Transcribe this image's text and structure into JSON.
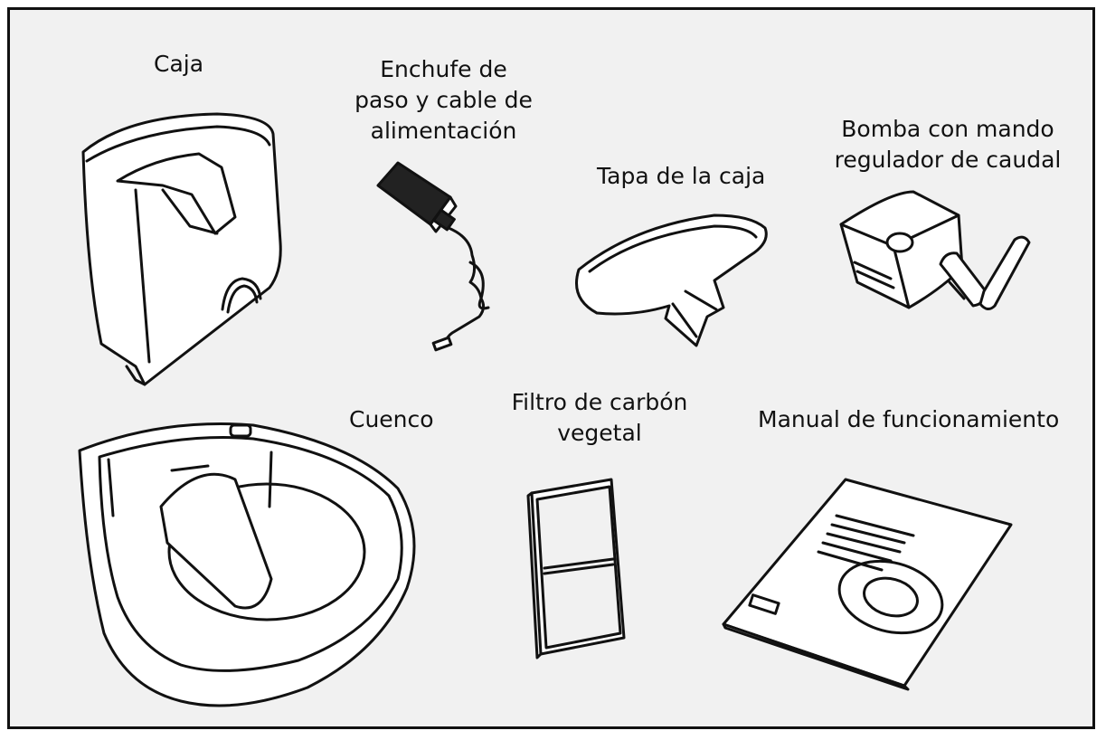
{
  "colors": {
    "background": "#f1f1f1",
    "ink": "#111111",
    "paper": "#ffffff"
  },
  "labels": {
    "caja": "Caja",
    "enchufe": [
      "Enchufe de",
      "paso y cable de",
      "alimentación"
    ],
    "tapa": "Tapa de la caja",
    "bomba": [
      "Bomba con mando",
      "regulador de caudal"
    ],
    "cuenco": "Cuenco",
    "filtro": [
      "Filtro de carbón",
      "vegetal"
    ],
    "manual": "Manual de funcionamiento"
  }
}
